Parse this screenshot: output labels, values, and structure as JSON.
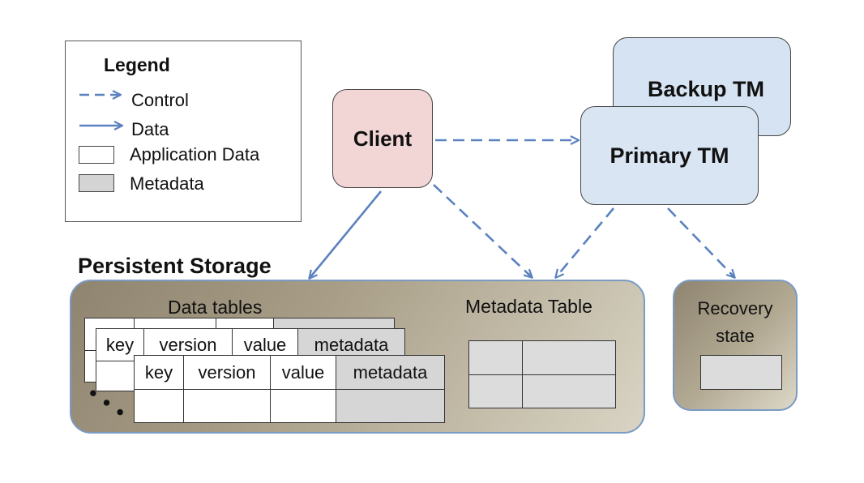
{
  "legend": {
    "title": "Legend",
    "items": [
      {
        "label": "Control"
      },
      {
        "label": "Data"
      },
      {
        "label": "Application Data"
      },
      {
        "label": "Metadata"
      }
    ]
  },
  "nodes": {
    "client": "Client",
    "backup_tm": "Backup TM",
    "primary_tm": "Primary TM"
  },
  "storage": {
    "title": "Persistent Storage",
    "data_tables_label": "Data tables",
    "metadata_table_label": "Metadata Table",
    "columns": [
      "key",
      "version",
      "value",
      "metadata"
    ]
  },
  "recovery": {
    "label": "Recovery state"
  },
  "colors": {
    "arrow": "#5b82bf",
    "client_fill": "#f2d6d6",
    "tm_fill": "#d9e5f3",
    "metadata_fill": "#d6d6d6"
  }
}
